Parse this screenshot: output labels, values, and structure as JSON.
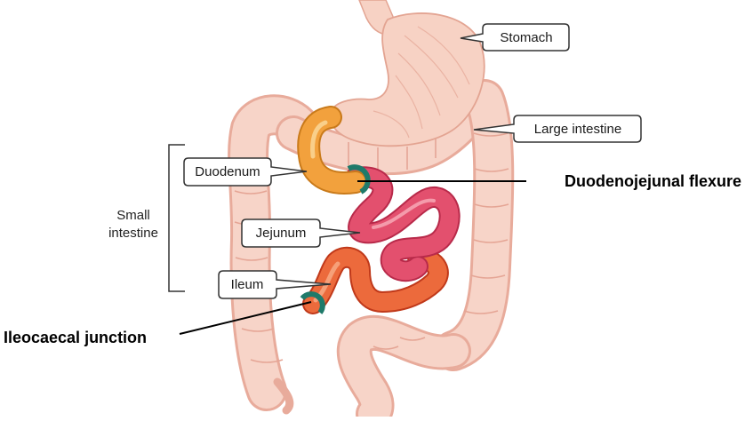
{
  "labels": {
    "stomach": "Stomach",
    "large_intestine": "Large intestine",
    "duodenum": "Duodenum",
    "jejunum": "Jejunum",
    "ileum": "Ileum",
    "small_intestine_line1": "Small",
    "small_intestine_line2": "intestine",
    "duodenojejunal_flexure": "Duodenojejunal flexure",
    "ileocaecal_junction": "Ileocaecal junction"
  },
  "colors": {
    "large_intestine": "#f6cfc3",
    "large_intestine_stroke": "#e6a898",
    "stomach": "#f7d2c4",
    "duodenum": "#f2a13d",
    "jejunum": "#e3506e",
    "ileum": "#ea5f35",
    "junction": "#1f7a6a"
  }
}
